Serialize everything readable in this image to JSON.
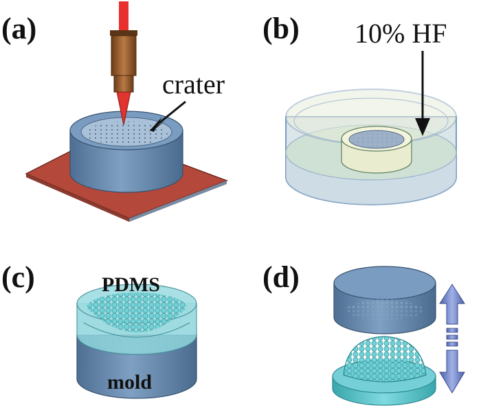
{
  "panels": {
    "a": {
      "label": "(a)",
      "annotation": "crater"
    },
    "b": {
      "label": "(b)",
      "annotation": "10% HF"
    },
    "c": {
      "label": "(c)",
      "top_label": "PDMS",
      "bottom_label": "mold"
    },
    "d": {
      "label": "(d)"
    }
  },
  "colors": {
    "laser_beam": "#e8302f",
    "nozzle": "#9a5a2a",
    "substrate": "#b4483a",
    "glass_blue": "#6b8fb3",
    "acid_bath": "#cfe0d5",
    "pdms_cyan": "#5fc8cc",
    "arrow_blue": "#6f83c9"
  }
}
